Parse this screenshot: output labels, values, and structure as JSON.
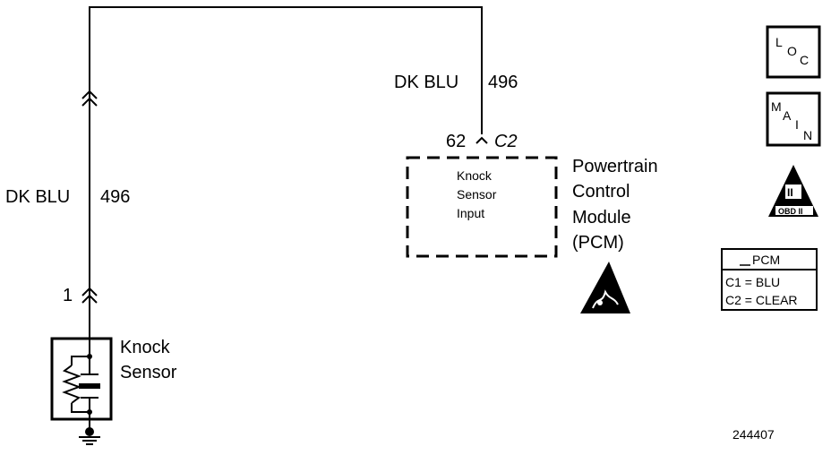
{
  "wires": {
    "left_label": "DK BLU",
    "left_circuit": "496",
    "right_label": "DK BLU",
    "right_circuit": "496"
  },
  "pcm": {
    "pin": "62",
    "connector": "C2",
    "input_line1": "Knock",
    "input_line2": "Sensor",
    "input_line3": "Input",
    "name_line1": "Powertrain",
    "name_line2": "Control",
    "name_line3": "Module",
    "name_line4": "(PCM)"
  },
  "knock_sensor": {
    "pin": "1",
    "name_line1": "Knock",
    "name_line2": "Sensor"
  },
  "legend": {
    "loc_l": "L",
    "loc_o": "O",
    "loc_c": "C",
    "main_m": "M",
    "main_a": "A",
    "main_i": "I",
    "main_n": "N",
    "obd_numeral": "II",
    "obd_text": "OBD II",
    "connector_title": "PCM",
    "connector_c1": "C1 = BLU",
    "connector_c2": "C2 = CLEAR"
  },
  "figure_number": "244407",
  "colors": {
    "line": "#000000",
    "background": "#ffffff"
  }
}
